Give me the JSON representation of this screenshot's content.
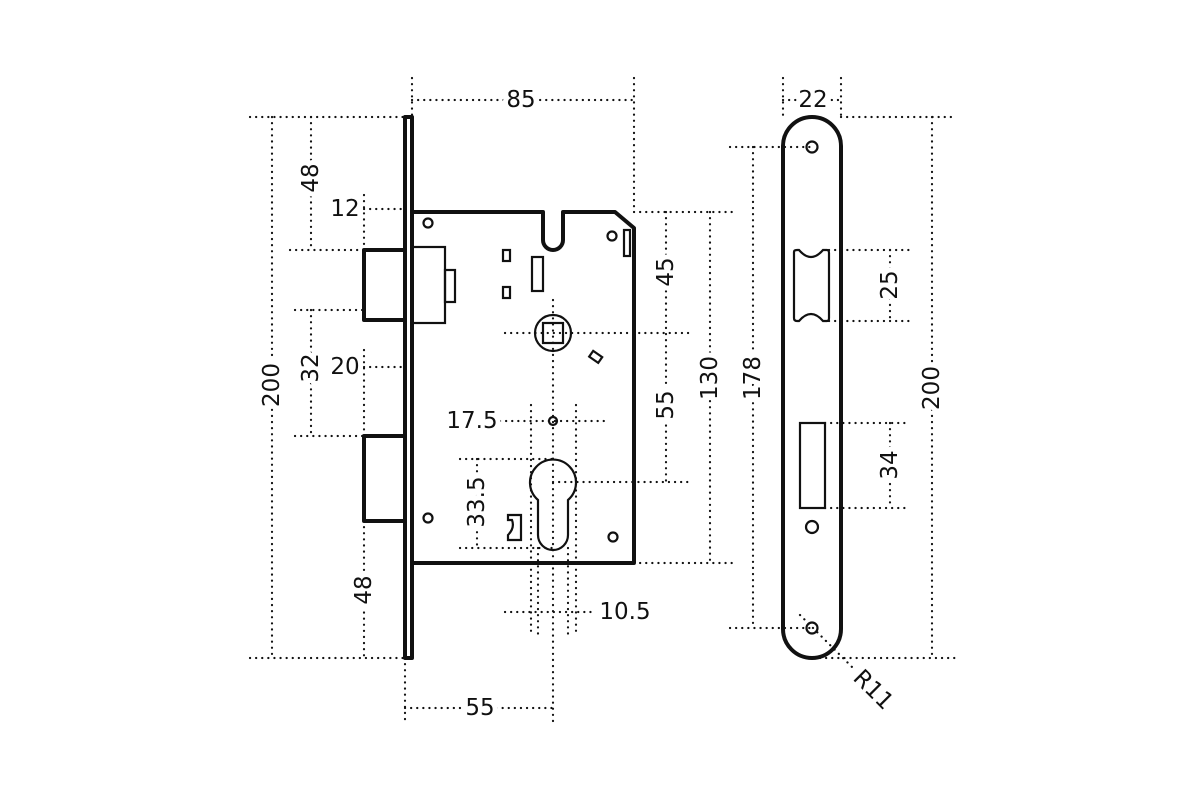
{
  "drawing": {
    "title": "Mortise lock dimensions",
    "line_color": "#111111",
    "background": "#ffffff",
    "dimensions": {
      "body_depth": "85",
      "top_to_latch": "48",
      "latch_projection": "12",
      "latch_to_bolt": "32",
      "bolt_projection": "20",
      "overall_height": "200",
      "bolt_to_bottom": "48",
      "backset": "55",
      "spindle_to_cylinder": "17.5",
      "cylinder_height": "33.5",
      "cylinder_width": "10.5",
      "case_top_to_follower": "45",
      "follower_to_cylinder": "55",
      "case_height": "130",
      "faceplate_width": "22",
      "screw_spacing": "178",
      "latch_slot": "25",
      "bolt_slot": "34",
      "faceplate_height": "200",
      "corner_radius": "R11"
    }
  }
}
